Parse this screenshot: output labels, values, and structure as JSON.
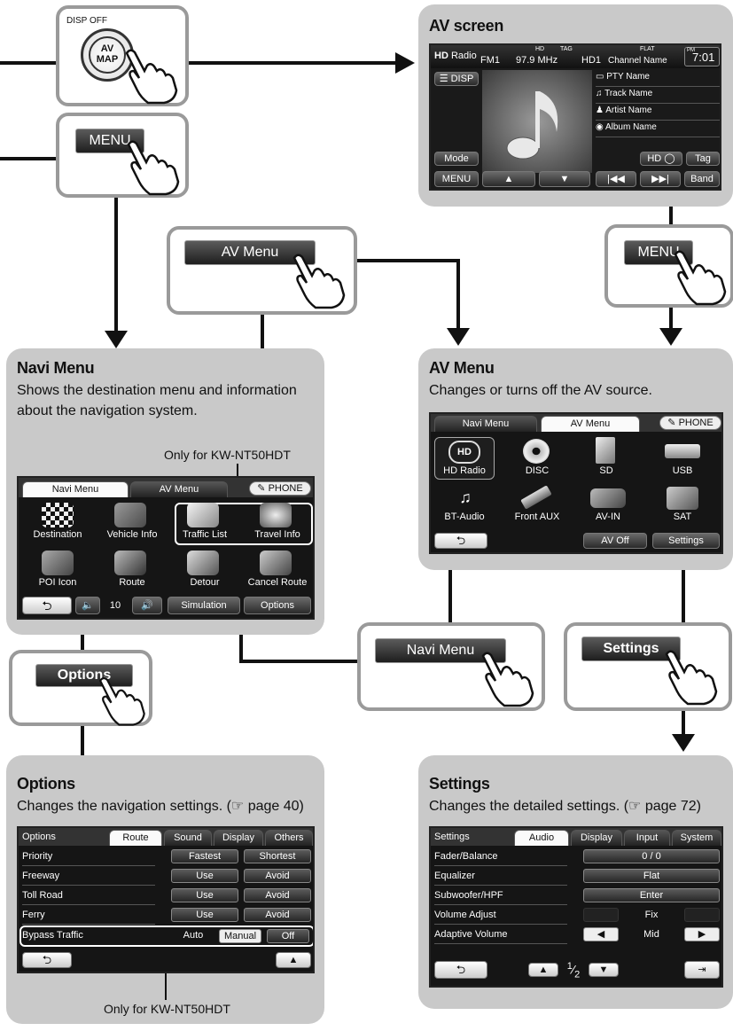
{
  "callouts": {
    "disp": {
      "small": "DISP OFF",
      "button": "AV\nMAP"
    },
    "menu_left": "MENU",
    "menu_right": "MENU",
    "av_menu": "AV Menu",
    "navi_menu": "Navi Menu",
    "settings": "Settings",
    "options": "Options"
  },
  "av_screen": {
    "title": "AV screen",
    "header": {
      "logo": "Radio",
      "band": "FM1",
      "hd": "HD",
      "tag": "TAG",
      "freq": "97.9 MHz",
      "channel_no": "HD1",
      "channel": "Channel Name",
      "eq": "FLAT",
      "ampm": "PM",
      "clock": "7:01"
    },
    "disp_btn": "DISP",
    "info": [
      "PTY Name",
      "Track Name",
      "Artist Name",
      "Album Name"
    ],
    "buttons": {
      "mode": "Mode",
      "hd": "HD",
      "tag": "Tag",
      "menu": "MENU",
      "band": "Band"
    }
  },
  "navi_menu": {
    "title": "Navi Menu",
    "desc": "Shows the destination menu and information about the navigation system.",
    "note": "Only for KW-NT50HDT",
    "tabs": [
      "Navi Menu",
      "AV Menu",
      "PHONE"
    ],
    "items": [
      "Destination",
      "Vehicle Info",
      "Traffic List",
      "Travel Info",
      "POI Icon",
      "Route",
      "Detour",
      "Cancel Route"
    ],
    "volume": "10",
    "simulation": "Simulation",
    "options": "Options"
  },
  "av_menu": {
    "title": "AV Menu",
    "desc": "Changes or turns off the AV source.",
    "tabs": [
      "Navi Menu",
      "AV Menu",
      "PHONE"
    ],
    "items": [
      "HD Radio",
      "DISC",
      "SD",
      "USB",
      "BT-Audio",
      "Front AUX",
      "AV-IN",
      "SAT"
    ],
    "av_off": "AV Off",
    "settings": "Settings"
  },
  "options": {
    "title": "Options",
    "desc": "Changes the navigation settings. (☞ page 40)",
    "tabs": [
      "Options",
      "Route",
      "Sound",
      "Display",
      "Others"
    ],
    "rows": [
      {
        "label": "Priority",
        "a": "Fastest",
        "b": "Shortest"
      },
      {
        "label": "Freeway",
        "a": "Use",
        "b": "Avoid"
      },
      {
        "label": "Toll Road",
        "a": "Use",
        "b": "Avoid"
      },
      {
        "label": "Ferry",
        "a": "Use",
        "b": "Avoid"
      }
    ],
    "bypass": {
      "label": "Bypass Traffic",
      "auto": "Auto",
      "manual": "Manual",
      "off": "Off"
    },
    "note": "Only for KW-NT50HDT"
  },
  "settings": {
    "title": "Settings",
    "desc": "Changes the detailed settings. (☞ page 72)",
    "tabs": [
      "Settings",
      "Audio",
      "Display",
      "Input",
      "System"
    ],
    "rows": [
      {
        "label": "Fader/Balance",
        "value": "0 / 0"
      },
      {
        "label": "Equalizer",
        "value": "Flat"
      },
      {
        "label": "Subwoofer/HPF",
        "value": "Enter"
      },
      {
        "label": "Volume Adjust",
        "value": "Fix"
      },
      {
        "label": "Adaptive Volume",
        "value": "Mid"
      }
    ],
    "page": "1",
    "pages": "2"
  }
}
